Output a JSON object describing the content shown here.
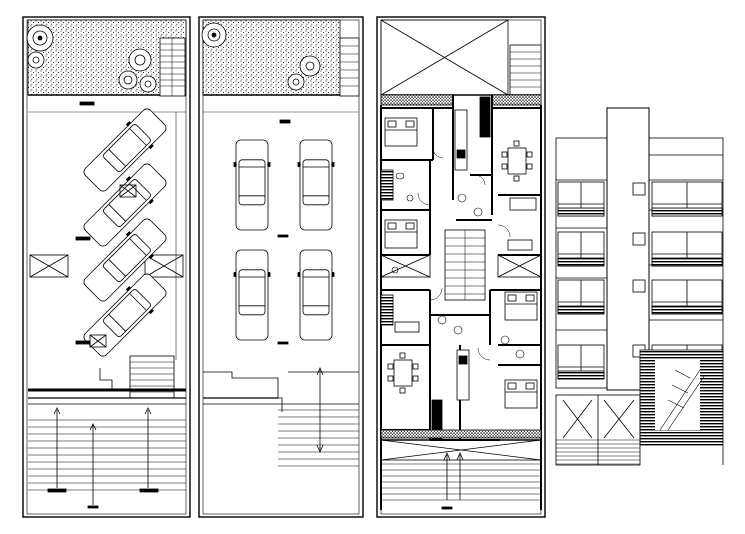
{
  "drawing": {
    "title": "",
    "line_color": "#000000",
    "background": "#ffffff",
    "hatch_style": "stipple",
    "panels": [
      {
        "id": "plan-1",
        "kind": "parking-plan-diagonal",
        "cars": 4,
        "garden_trees": 5
      },
      {
        "id": "plan-2",
        "kind": "parking-plan-straight",
        "cars": 4,
        "garden_trees": 3
      },
      {
        "id": "plan-3",
        "kind": "apartment-floor-plan",
        "bedrooms": 4,
        "dining_tables": 2
      },
      {
        "id": "elevation",
        "kind": "front-elevation",
        "window_bays": 4
      }
    ]
  }
}
